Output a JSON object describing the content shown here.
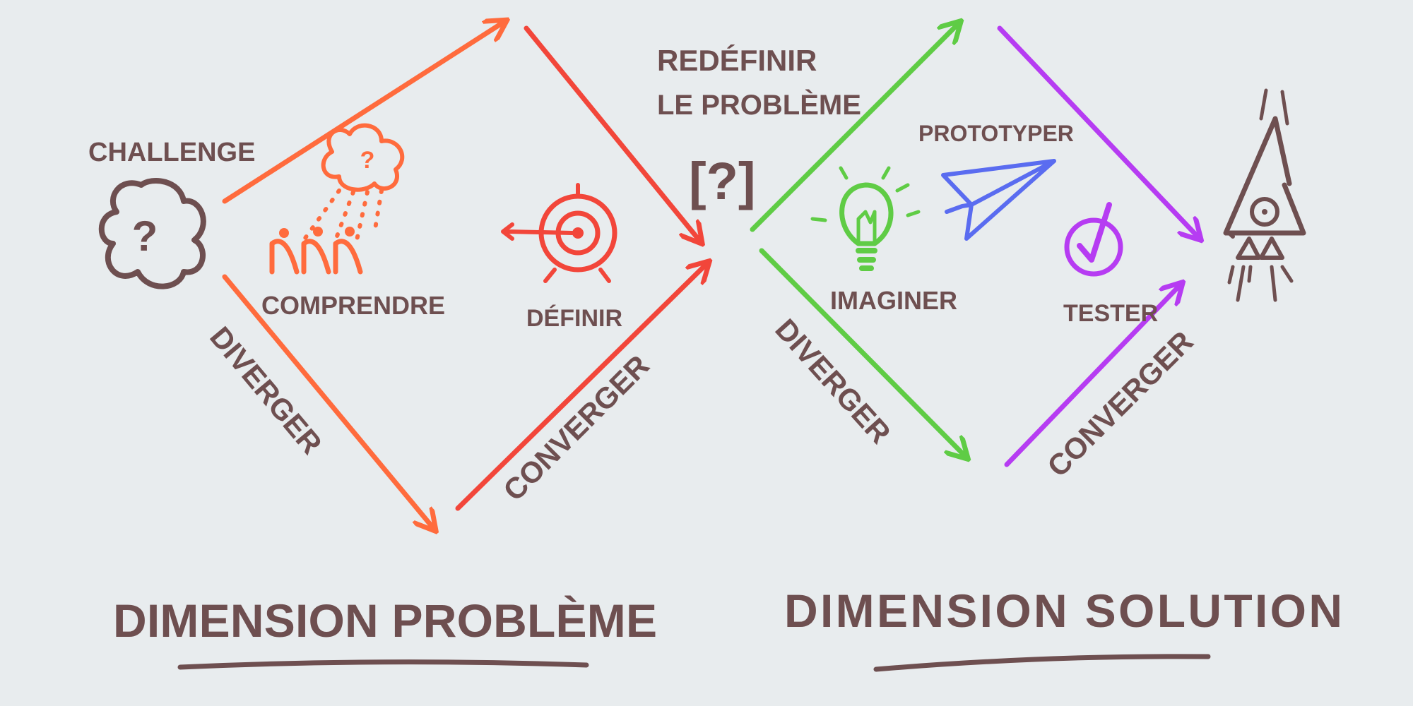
{
  "colors": {
    "brown": "#6e4f50",
    "orange": "#ff6b3d",
    "red": "#f2463a",
    "green": "#5fcc45",
    "purple": "#b63cf2",
    "blue": "#5a6cf0",
    "background": "#e8ecee"
  },
  "problem": {
    "challenge": "CHALLENGE",
    "challenge_icon": "?",
    "comprendre": "COMPRENDRE",
    "definir": "DÉFINIR",
    "diverger": "DIVERGER",
    "converger": "CONVERGER",
    "dimension": "DIMENSION PROBLÈME"
  },
  "middle": {
    "line1": "REDÉFINIR",
    "line2": "LE PROBLÈME",
    "bracket": "[?]"
  },
  "solution": {
    "imaginer": "IMAGINER",
    "prototyper": "PROTOTYPER",
    "tester": "TESTER",
    "diverger": "DIVERGER",
    "converger": "CONVERGER",
    "dimension": "DIMENSION SOLUTION"
  }
}
